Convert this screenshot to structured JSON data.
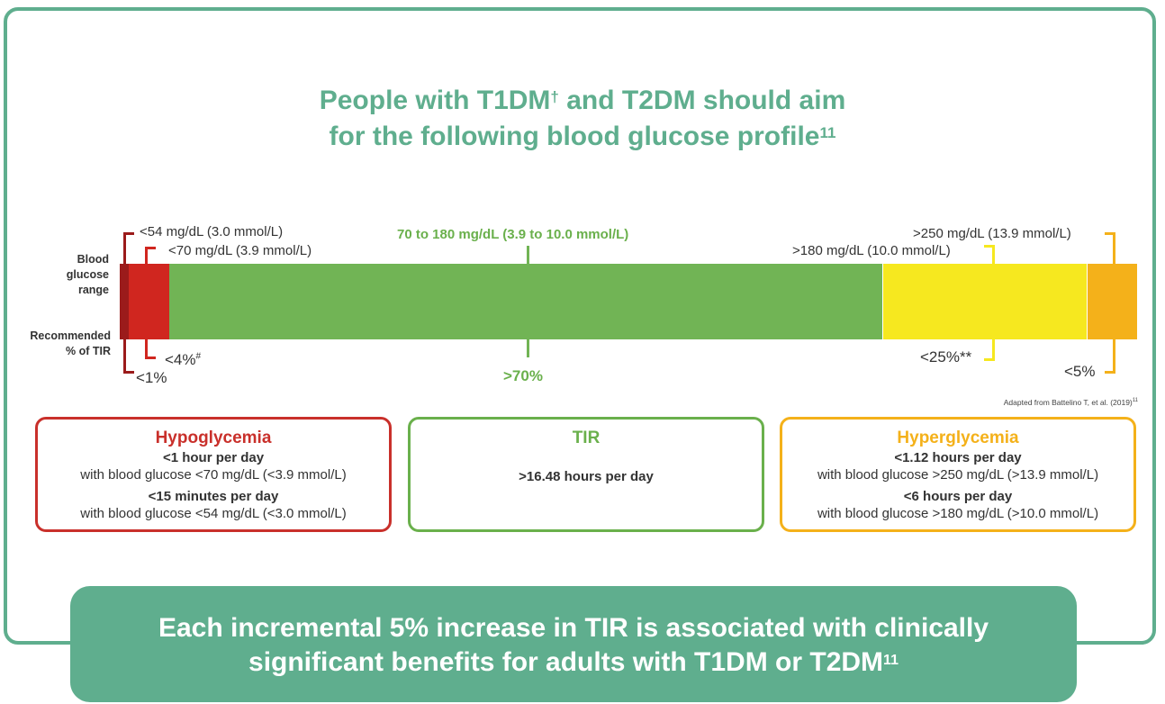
{
  "title": {
    "line1_prefix": "People with T1DM",
    "dagger": "†",
    "line1_suffix": " and T2DM should aim",
    "line2": "for the following blood glucose profile",
    "ref": "11"
  },
  "side_labels": {
    "range_line1": "Blood",
    "range_line2": "glucose",
    "range_line3": "range",
    "tir_line1": "Recommended",
    "tir_line2": "% of TIR"
  },
  "ranges": {
    "very_low": "<54 mg/dL (3.0 mmol/L)",
    "low": "<70 mg/dL (3.9 mmol/L)",
    "target": "70 to 180 mg/dL (3.9 to 10.0 mmol/L)",
    "high": ">180 mg/dL (10.0 mmol/L)",
    "very_high": ">250 mg/dL (13.9 mmol/L)"
  },
  "percents": {
    "very_low": "<1%",
    "low": "<4%",
    "low_mark": "#",
    "target": ">70%",
    "high": "<25%**",
    "very_high": "<5%"
  },
  "colors": {
    "very_low": "#9b1b1b",
    "low": "#d0261f",
    "target": "#71b455",
    "high": "#f6e81f",
    "very_high": "#f4b11a",
    "accent": "#5fae8e",
    "hypo_border": "#c9302b",
    "tir_border": "#6ab04c",
    "hyper_border": "#f4b11a"
  },
  "source": {
    "text": "Adapted from Battelino T, et al. (2019)",
    "ref": "11"
  },
  "boxes": {
    "hypo": {
      "title": "Hypoglycemia",
      "l1": "<1 hour per day",
      "l2": "with blood glucose <70 mg/dL (<3.9 mmol/L)",
      "l3": "<15 minutes per day",
      "l4": "with blood glucose <54 mg/dL (<3.0 mmol/L)"
    },
    "tir": {
      "title": "TIR",
      "l1": ">16.48 hours per day"
    },
    "hyper": {
      "title": "Hyperglycemia",
      "l1": "<1.12 hours per day",
      "l2": "with blood glucose >250 mg/dL (>13.9 mmol/L)",
      "l3": "<6 hours per day",
      "l4": "with blood glucose >180 mg/dL (>10.0 mmol/L)"
    }
  },
  "banner": {
    "line1": "Each incremental 5% increase in TIR is associated with clinically",
    "line2": "significant benefits for adults with T1DM or T2DM",
    "ref": "11"
  }
}
